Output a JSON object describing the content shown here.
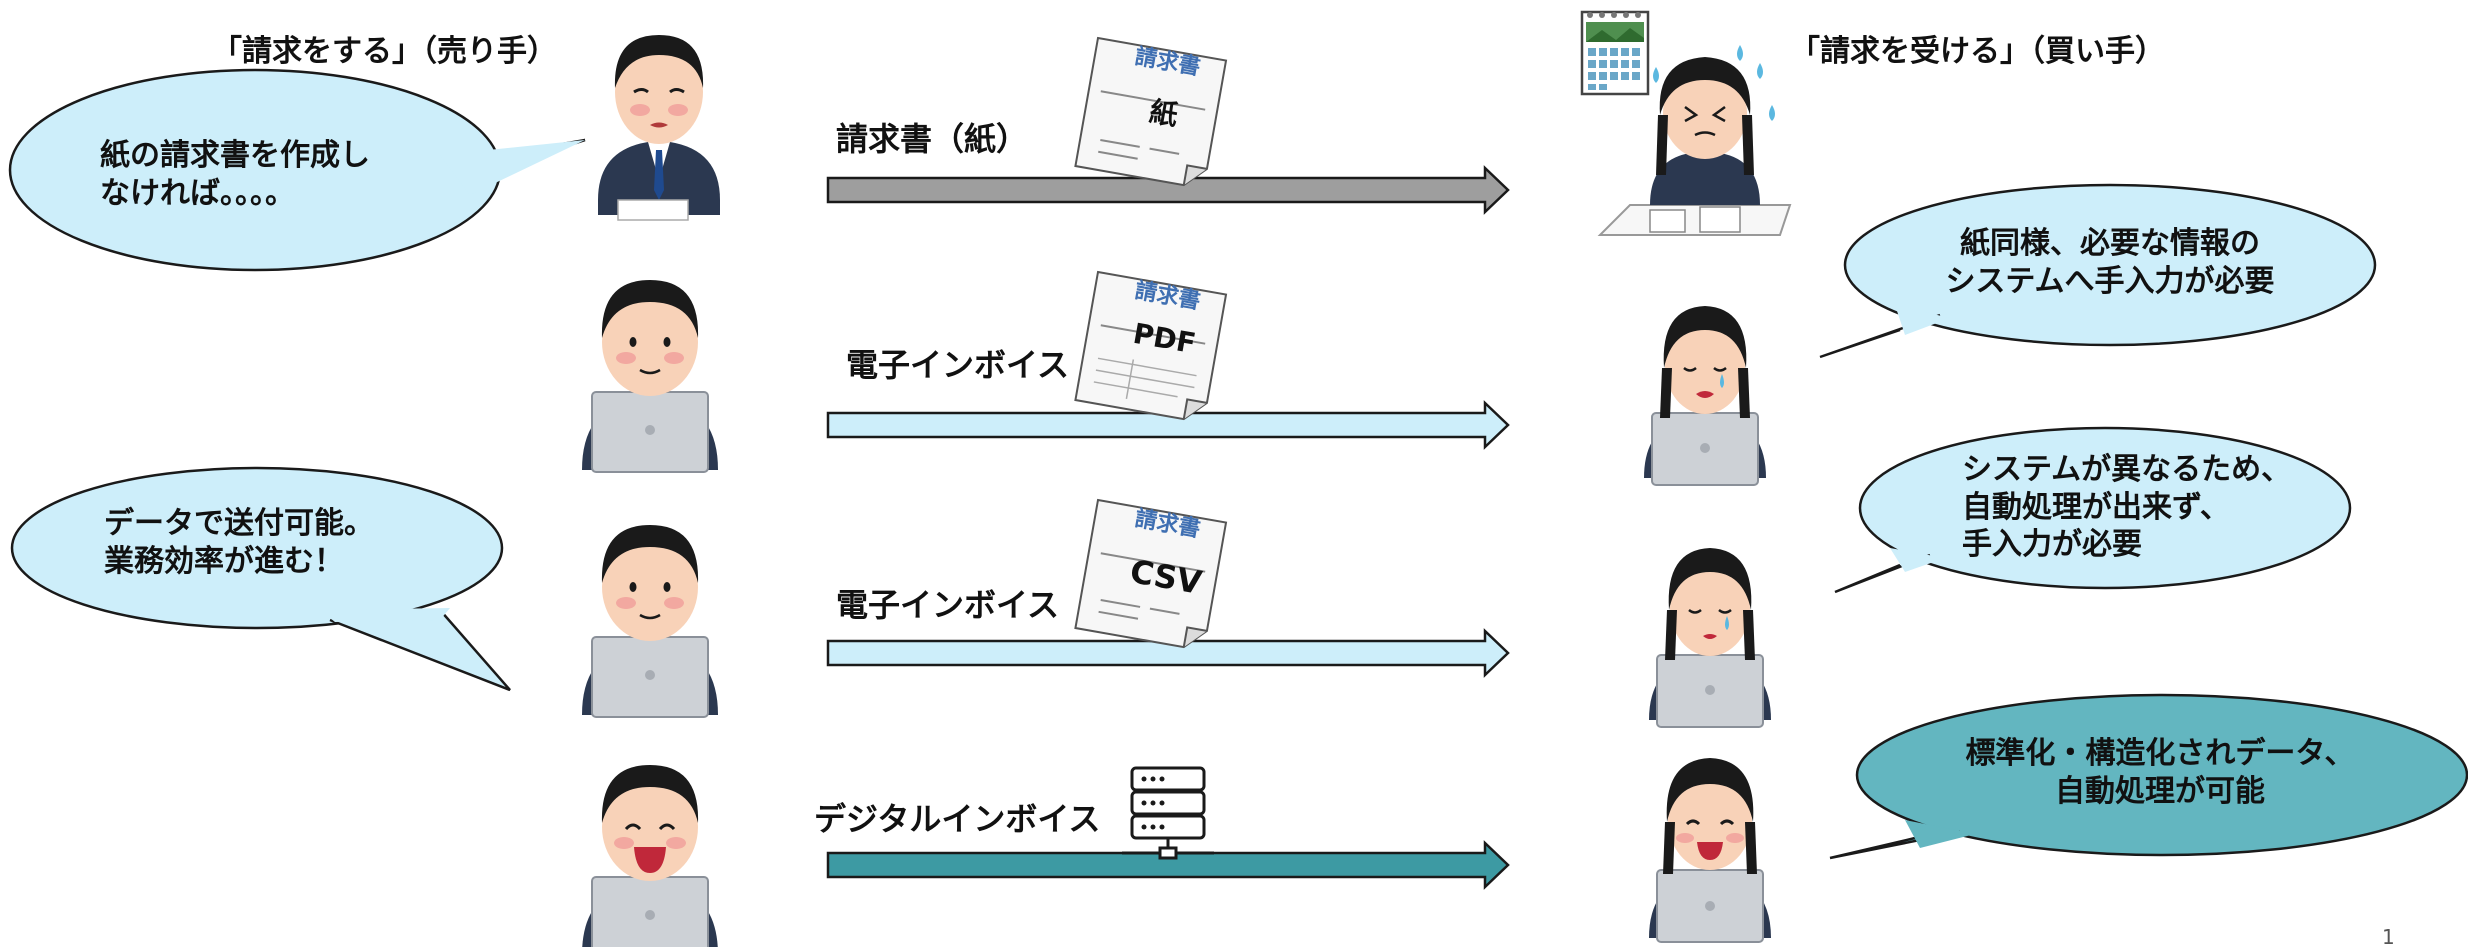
{
  "headers": {
    "seller": "「請求をする」（売り手）",
    "buyer": "「請求を受ける」（買い手）"
  },
  "rows": [
    {
      "label": "請求書（紙）",
      "doc_title": "請求書",
      "doc_word": "紙"
    },
    {
      "label": "電子インボイス",
      "doc_title": "請求書",
      "doc_word": "PDF"
    },
    {
      "label": "電子インボイス",
      "doc_title": "請求書",
      "doc_word": "CSV"
    },
    {
      "label": "デジタルインボイス"
    }
  ],
  "bubbles": {
    "seller_paper": "紙の請求書を作成し\nなければ。。。。",
    "seller_data": "データで送付可能。\n業務効率が進む！",
    "buyer_pdf": "紙同様、必要な情報の\nシステムへ手入力が必要",
    "buyer_csv": "システムが異なるため、\n自動処理が出来ず、\n手入力が必要",
    "buyer_digital": "標準化・構造化されデータ、\n自動処理が可能"
  },
  "page_number": "1",
  "colors": {
    "bubble_light": "#cdeefa",
    "bubble_dark": "#63b6c0",
    "arrow_gray": "#9e9e9e",
    "arrow_light": "#cdeefa",
    "arrow_dark": "#3d9aa3"
  },
  "icons": [
    "calendar-icon",
    "server-icon",
    "document-icon"
  ]
}
